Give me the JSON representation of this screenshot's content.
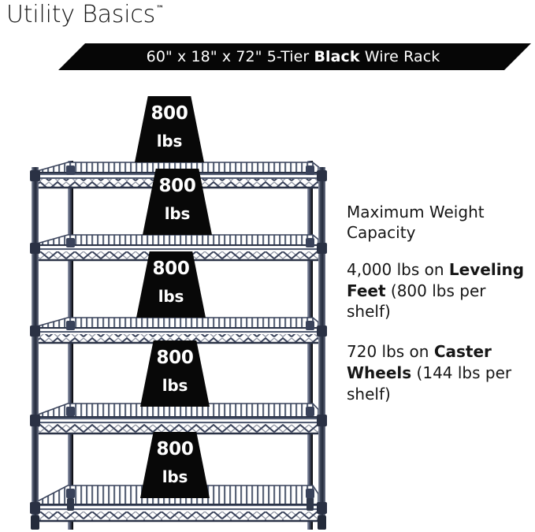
{
  "brand": {
    "name": "Utility Basics",
    "trademark": "™"
  },
  "banner": {
    "dimensions": "60\" x 18\" x 72\"",
    "tiers": "5-Tier",
    "color": "Black",
    "product": "Wire Rack",
    "full_text_prefix": "60\" x 18\" x 72\" 5-Tier ",
    "full_text_suffix": " Wire Rack",
    "background_color": "#060606",
    "text_color": "#ffffff"
  },
  "rack": {
    "tier_count": 5,
    "frame_color": "#3c4457",
    "shelves": [
      {
        "id": "shelf-1",
        "position": "top",
        "badge_number": "800",
        "badge_unit": "lbs"
      },
      {
        "id": "shelf-2",
        "position": "second",
        "badge_number": "800",
        "badge_unit": "lbs"
      },
      {
        "id": "shelf-3",
        "position": "middle",
        "badge_number": "800",
        "badge_unit": "lbs"
      },
      {
        "id": "shelf-4",
        "position": "fourth",
        "badge_number": "800",
        "badge_unit": "lbs"
      },
      {
        "id": "shelf-5",
        "position": "bottom",
        "badge_number": "800",
        "badge_unit": "lbs"
      }
    ]
  },
  "info": {
    "heading": "Maximum Weight Capacity",
    "leveling": {
      "total": "4,000 lbs on ",
      "bold": "Leveling Feet",
      "detail": " (800 lbs per shelf)"
    },
    "caster": {
      "total": "720 lbs on ",
      "bold": "Caster Wheels",
      "detail": " (144 lbs per shelf)"
    }
  }
}
